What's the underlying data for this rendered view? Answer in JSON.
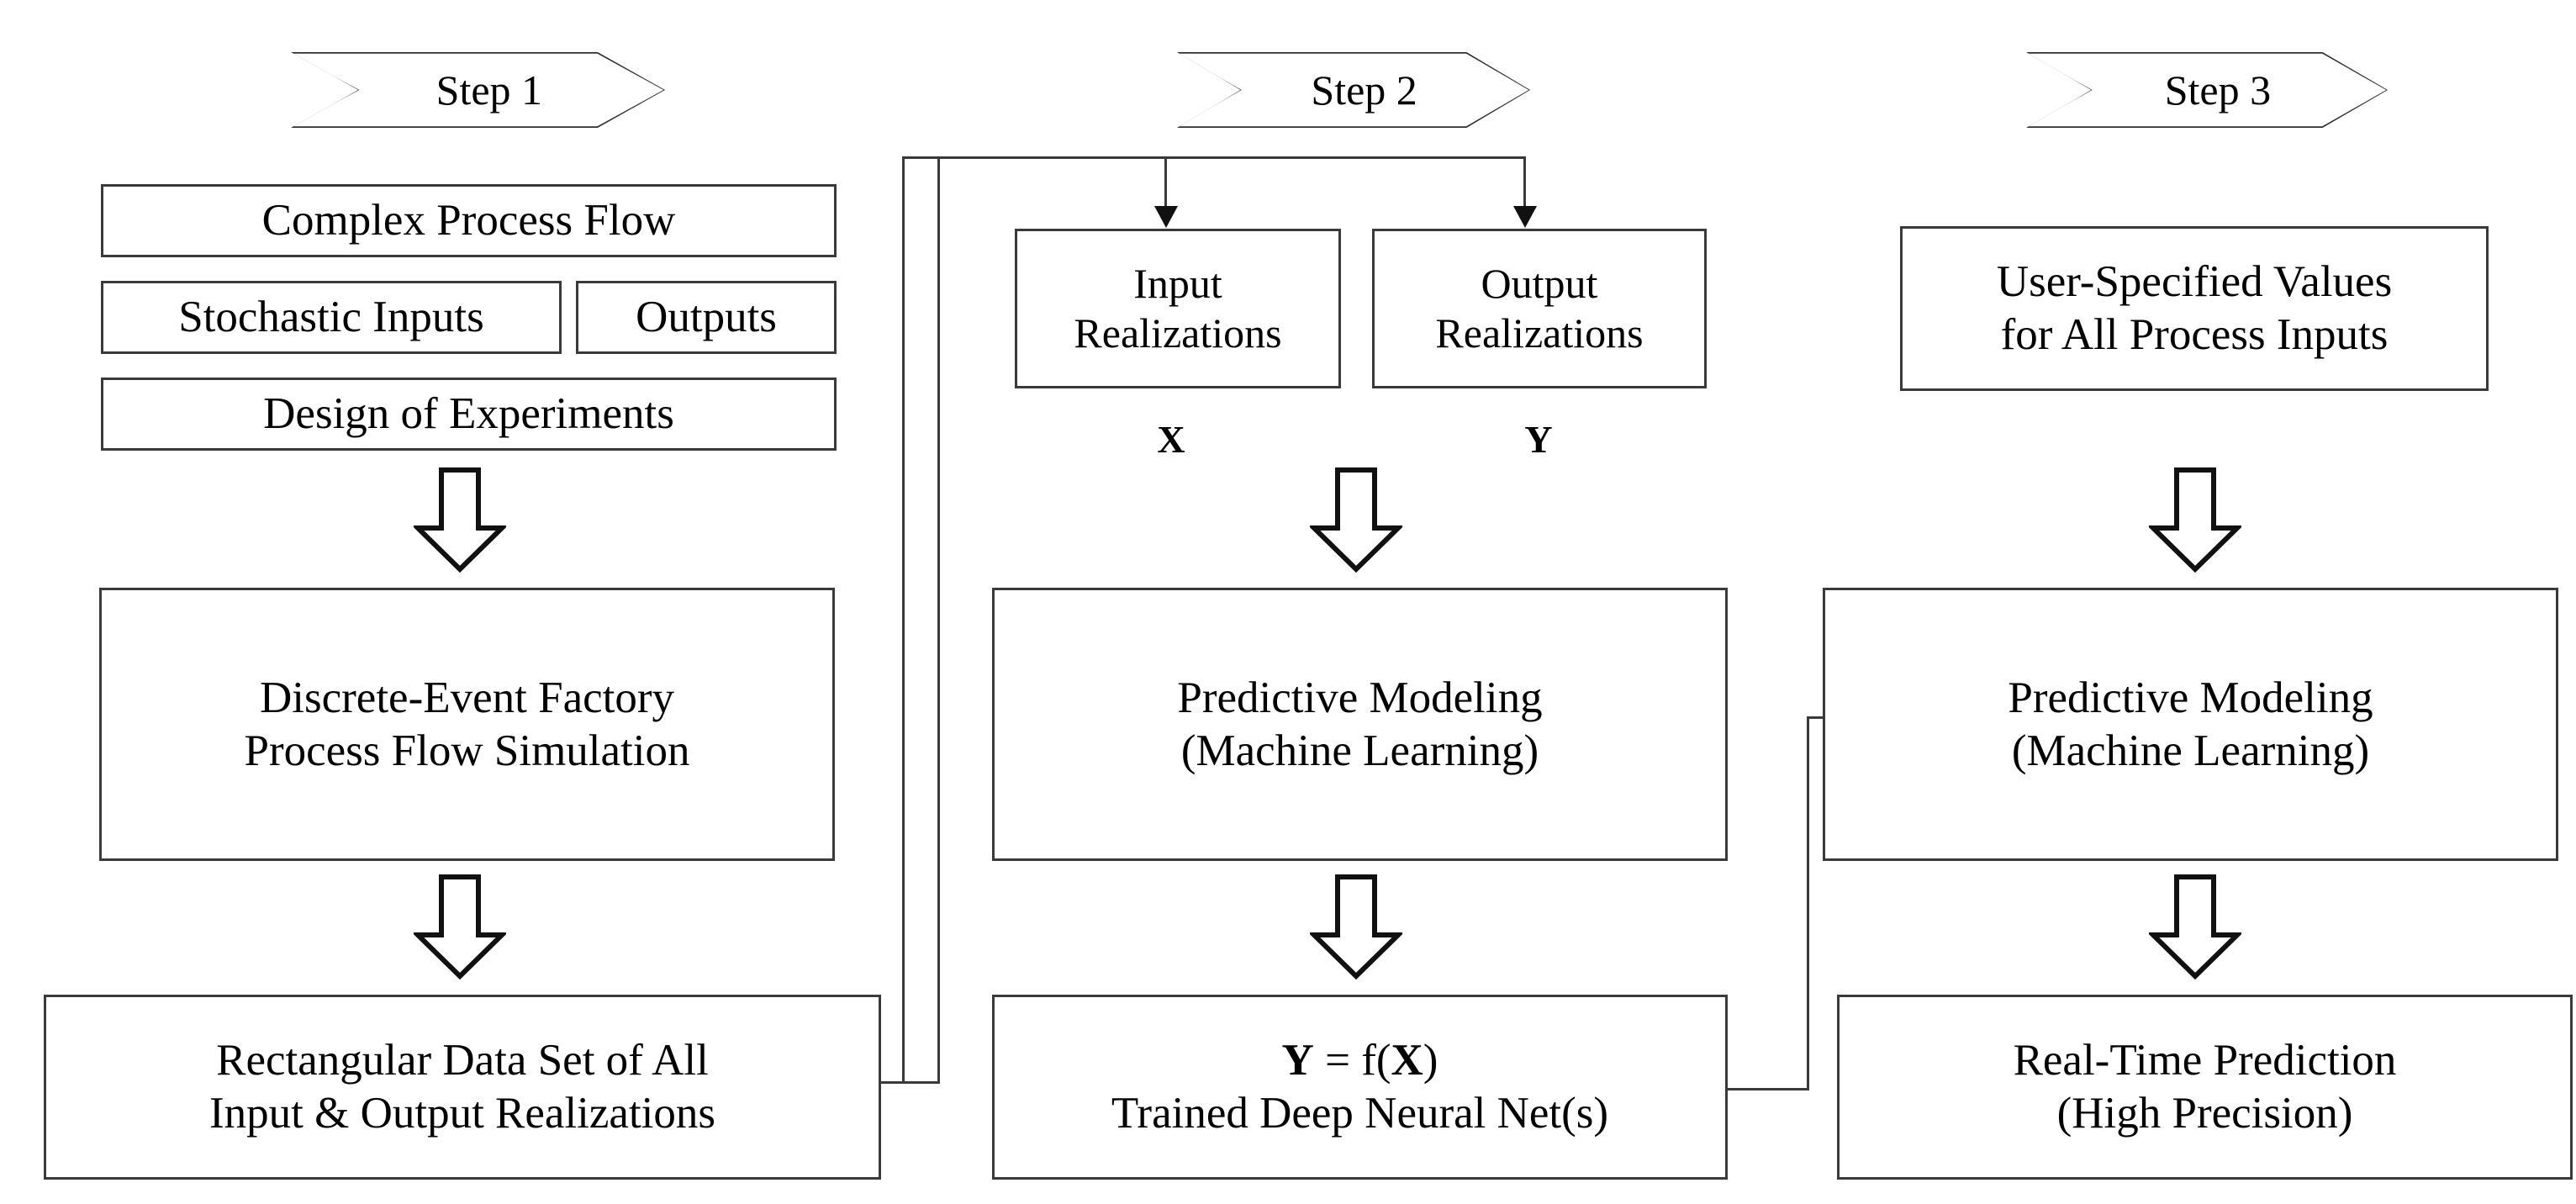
{
  "diagram": {
    "title_visible": false,
    "line_color": "#3a3a3a",
    "text_color": "#000000",
    "background": "#ffffff"
  },
  "steps": [
    {
      "id": "step1",
      "label": "Step 1"
    },
    {
      "id": "step2",
      "label": "Step 2"
    },
    {
      "id": "step3",
      "label": "Step 3"
    }
  ],
  "step1": {
    "complex_process_flow": "Complex Process Flow",
    "stochastic_inputs": "Stochastic Inputs",
    "outputs": "Outputs",
    "design_of_experiments": "Design of Experiments",
    "simulation_line1": "Discrete-Event Factory",
    "simulation_line2": "Process Flow Simulation",
    "dataset_line1": "Rectangular Data Set of  All",
    "dataset_line2": "Input & Output Realizations"
  },
  "step2": {
    "input_realizations_line1": "Input",
    "input_realizations_line2": "Realizations",
    "output_realizations_line1": "Output",
    "output_realizations_line2": "Realizations",
    "x_label": "X",
    "y_label": "Y",
    "predictive_modeling_line1": "Predictive Modeling",
    "predictive_modeling_line2": "(Machine Learning)",
    "equation_y": "Y",
    "equation_eq": " = f(",
    "equation_x": "X",
    "equation_close": ")",
    "trained_net": "Trained Deep Neural Net(s)"
  },
  "step3": {
    "user_specified_line1": "User-Specified Values",
    "user_specified_line2": "for All Process Inputs",
    "predictive_modeling_line1": "Predictive Modeling",
    "predictive_modeling_line2": "(Machine Learning)",
    "realtime_line1": "Real-Time Prediction",
    "realtime_line2": "(High Precision)"
  },
  "icons": {
    "down_arrow": "block-down-arrow",
    "arrowhead_down": "arrowhead-down-icon",
    "arrowhead_right": "arrowhead-right-icon",
    "chevron_banner": "chevron-banner"
  }
}
